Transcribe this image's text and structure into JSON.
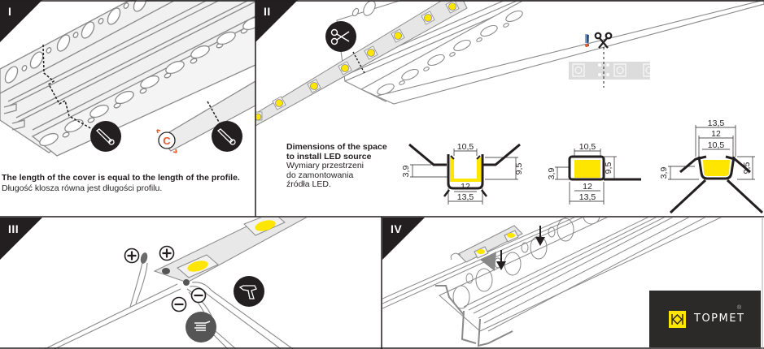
{
  "panels": [
    {
      "id": "I",
      "label": "I"
    },
    {
      "id": "II",
      "label": "II"
    },
    {
      "id": "III",
      "label": "III"
    },
    {
      "id": "IV",
      "label": "IV"
    }
  ],
  "panel1": {
    "caption_en": "The length of the cover is equal to the length of the profile.",
    "caption_pl": "Długość klosza równa jest długości profilu.",
    "cover_symbol": "C",
    "icons": [
      "saw-icon",
      "saw-icon",
      "cover-c-icon"
    ]
  },
  "panel2": {
    "caption_en_line1": "Dimensions of the space",
    "caption_en_line2": "to install LED source",
    "caption_pl_line1": "Wymiary przestrzeni",
    "caption_pl_line2": "do zamontowania",
    "caption_pl_line3": "źródła LED.",
    "warning_mark": "!",
    "icons": [
      "scissors-icon",
      "cut-here-icon"
    ],
    "section_a": {
      "top": "10,5",
      "inner": "12",
      "outer": "13,5",
      "left_height": "3,9",
      "right_height": "9,5"
    },
    "section_b": {
      "top": "10,5",
      "inner": "12",
      "outer": "13,5",
      "left_height": "3,9",
      "right_height": "9,5"
    },
    "section_c": {
      "outer": "13,5",
      "inner": "12",
      "top": "10,5",
      "left_height": "3,9",
      "right_height": "9,5"
    }
  },
  "panel3": {
    "plus_symbol": "+",
    "minus_symbol": "−",
    "icons": [
      "plus-icon",
      "plus-icon",
      "minus-icon",
      "minus-icon",
      "soldering-iron-icon",
      "solder-wire-icon"
    ]
  },
  "panel4": {
    "icons": [
      "arrow-down-icon",
      "arrow-down-icon"
    ]
  },
  "brand": {
    "name": "TOPMET",
    "registered": "®",
    "mark_color": "#ffe600",
    "bg_color": "#2b2a29"
  },
  "colors": {
    "accent_orange": "#e8562a",
    "led_yellow": "#ffe600",
    "dark": "#231f20",
    "profile_gray": "#8a8a8a"
  }
}
